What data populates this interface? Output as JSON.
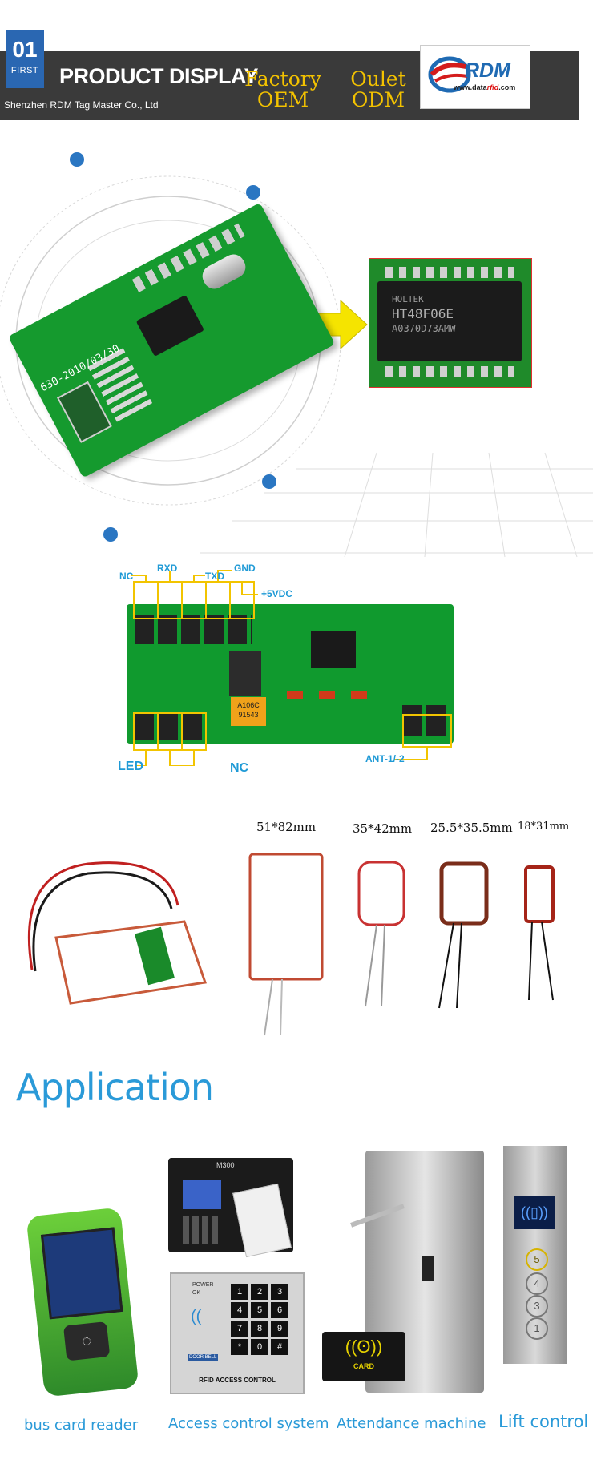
{
  "header": {
    "badge_number": "01",
    "badge_label": "FIRST",
    "title": "PRODUCT DISPLAY",
    "company": "Shenzhen RDM Tag Master Co., Ltd",
    "factory_line1": "Factory",
    "factory_line2": "OEM",
    "oulet_line1": "Oulet",
    "oulet_line2": "ODM",
    "logo_text": "RDM",
    "logo_url_prefix": "www.data",
    "logo_url_rfid": "rfid",
    "logo_url_suffix": ".com",
    "colors": {
      "banner": "#3a3a3a",
      "badge": "#2a67b2",
      "gold": "#f3c200"
    }
  },
  "pcb": {
    "date_print": "630-2010/03/30",
    "chip_marking_line1": "HOLTEK",
    "chip_marking_line2": "HT48F06E",
    "chip_marking_line3": "A0370D73AMW"
  },
  "pinout": {
    "nc_top": "NC",
    "rxd": "RXD",
    "txd": "TXD",
    "gnd": "GND",
    "vdc": "+5VDC",
    "led": "LED",
    "nc_bottom": "NC",
    "ant": "ANT-1/-2",
    "cap_label1": "A106C",
    "cap_label2": "91543"
  },
  "antennas": [
    {
      "size": "51*82mm"
    },
    {
      "size": "35*42mm"
    },
    {
      "size": "25.5*35.5mm"
    },
    {
      "size": "18*31mm"
    }
  ],
  "application": {
    "title": "Application",
    "captions": [
      "bus card reader",
      "Access control system",
      "Attendance machine",
      "Lift control"
    ],
    "device_model": "M300",
    "keypad_label": "RFID ACCESS CONTROL",
    "card_label": "CARD",
    "power_label": "POWER",
    "ok_label": "OK",
    "door_bell_label": "DOOR BELL",
    "keys": [
      "1",
      "2",
      "3",
      "4",
      "5",
      "6",
      "7",
      "8",
      "9",
      "*",
      "0",
      "#"
    ],
    "lift_buttons": [
      "5",
      "4",
      "3",
      "1"
    ]
  }
}
